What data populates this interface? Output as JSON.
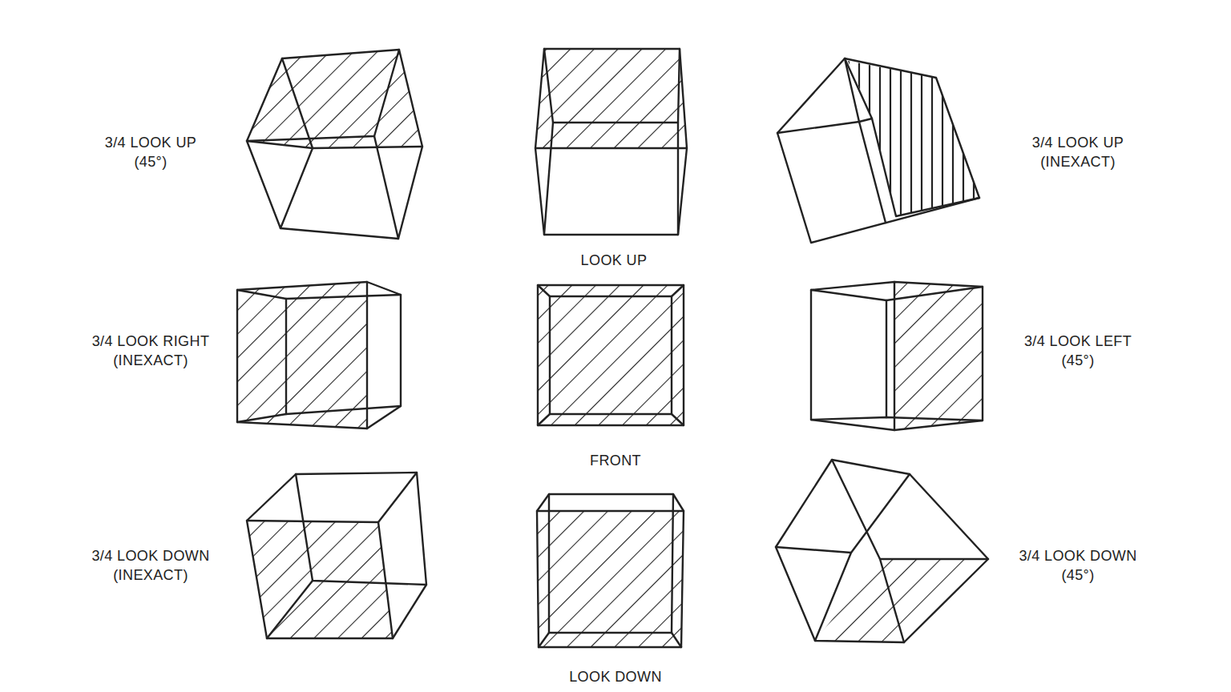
{
  "diagram": {
    "labels": [
      "3/4 LOOK UP (45°)",
      "LOOK UP",
      "3/4 LOOK UP (INEXACT)",
      "3/4 LOOK RIGHT (INEXACT)",
      "FRONT",
      "3/4 LOOK LEFT (45°)",
      "3/4 LOOK DOWN (INEXACT)",
      "LOOK DOWN",
      "3/4 LOOK DOWN (45°)"
    ]
  }
}
